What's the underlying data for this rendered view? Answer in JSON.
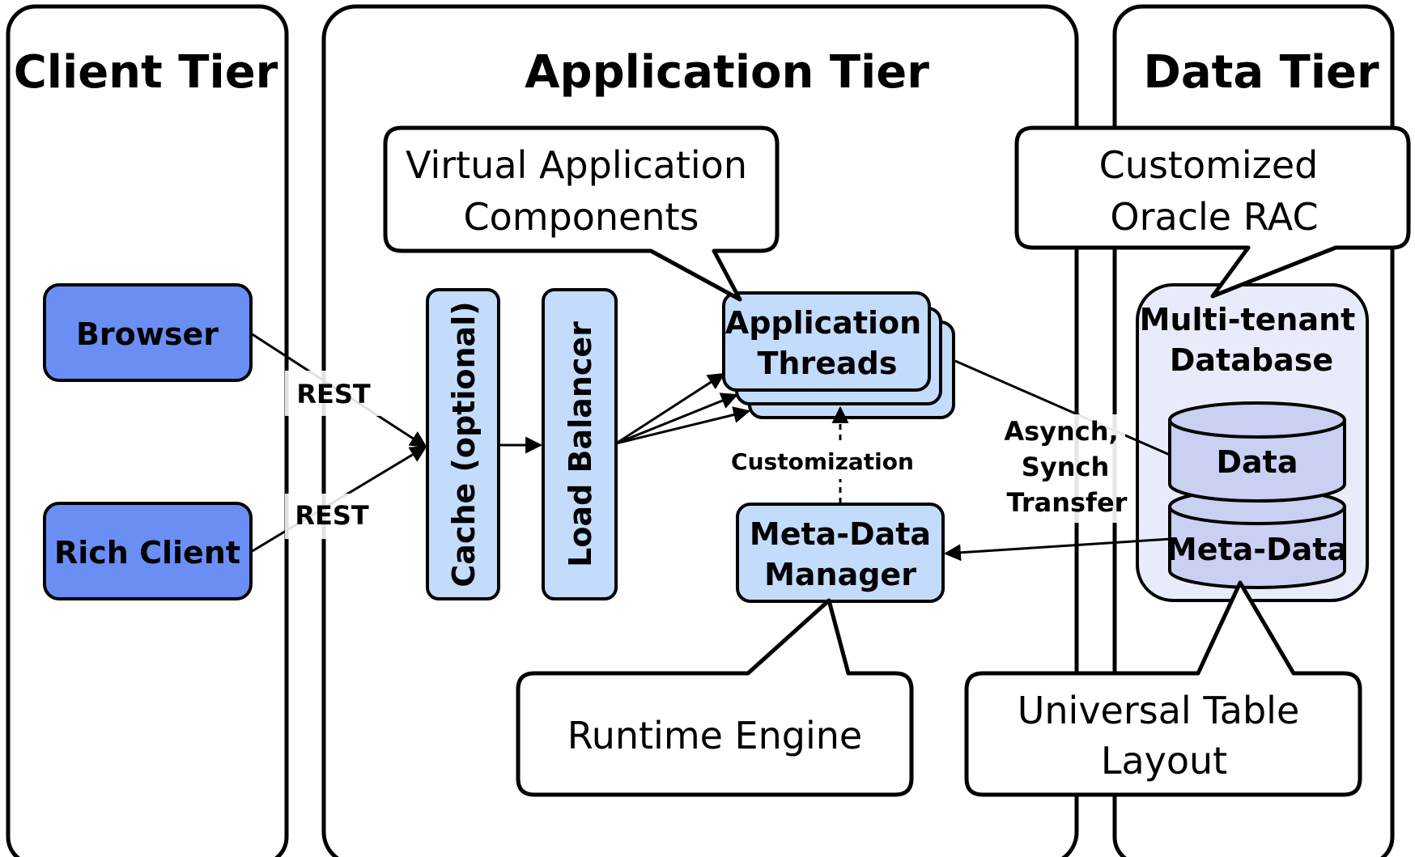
{
  "tiers": {
    "client": "Client Tier",
    "application": "Application Tier",
    "data": "Data Tier"
  },
  "callouts": {
    "virtual_app_line1": "Virtual Application",
    "virtual_app_line2": "Components",
    "oracle_line1": "Customized",
    "oracle_line2": "Oracle RAC",
    "runtime_engine": "Runtime Engine",
    "universal_line1": "Universal Table",
    "universal_line2": "Layout"
  },
  "client_boxes": {
    "browser": "Browser",
    "rich_client": "Rich Client"
  },
  "edge_labels": {
    "rest_top": "REST",
    "rest_bottom": "REST",
    "customization": "Customization",
    "asynch_line1": "Asynch,",
    "asynch_line2": "Synch",
    "asynch_line3": "Transfer"
  },
  "app_components": {
    "cache": "Cache (optional)",
    "load_balancer": "Load Balancer",
    "threads_line1": "Application",
    "threads_line2": "Threads",
    "meta_manager_line1": "Meta-Data",
    "meta_manager_line2": "Manager"
  },
  "database": {
    "title_line1": "Multi-tenant",
    "title_line2": "Database",
    "data": "Data",
    "meta_data": "Meta-Data"
  },
  "colors": {
    "client_box": "#6b8ef5",
    "component_box": "#c4dcfb",
    "db_container": "#e8ecfa",
    "cylinder": "#c9d0f2"
  }
}
